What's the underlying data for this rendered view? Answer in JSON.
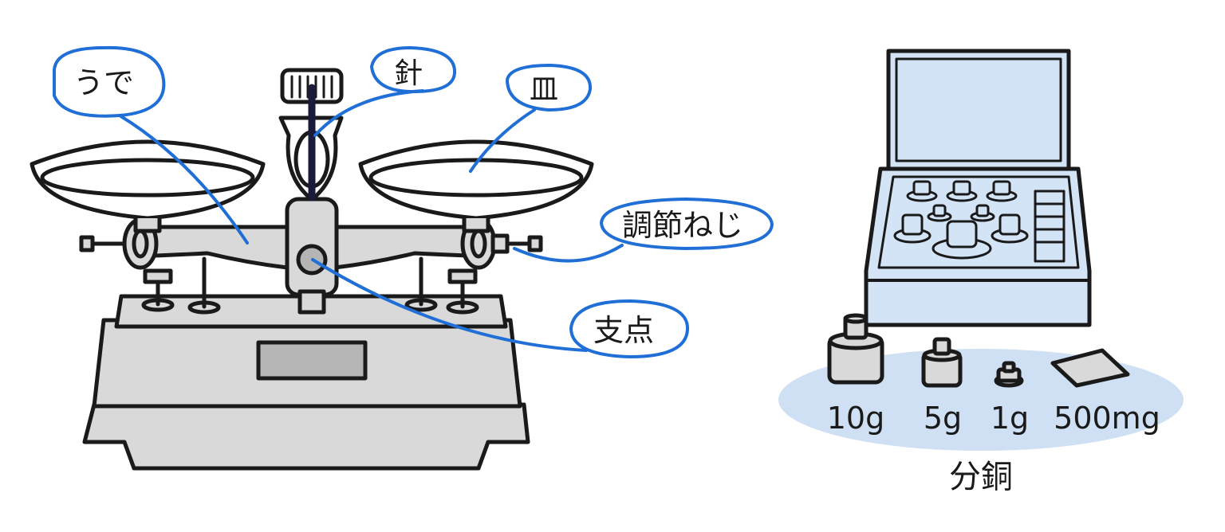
{
  "colors": {
    "ink": "#1a1a1a",
    "callout": "#1f6fd6",
    "metal": "#d9d9d9",
    "metal_dark": "#b5b5b5",
    "box_blue": "#d4e4f7",
    "mat_blue": "#cfe0f4"
  },
  "balance": {
    "labels": {
      "arm": "うで",
      "needle": "針",
      "pan": "皿",
      "adjust_screw": "調節ねじ",
      "fulcrum": "支点"
    }
  },
  "weights": {
    "items": [
      "10g",
      "5g",
      "1g",
      "500mg"
    ],
    "caption": "分銅"
  }
}
